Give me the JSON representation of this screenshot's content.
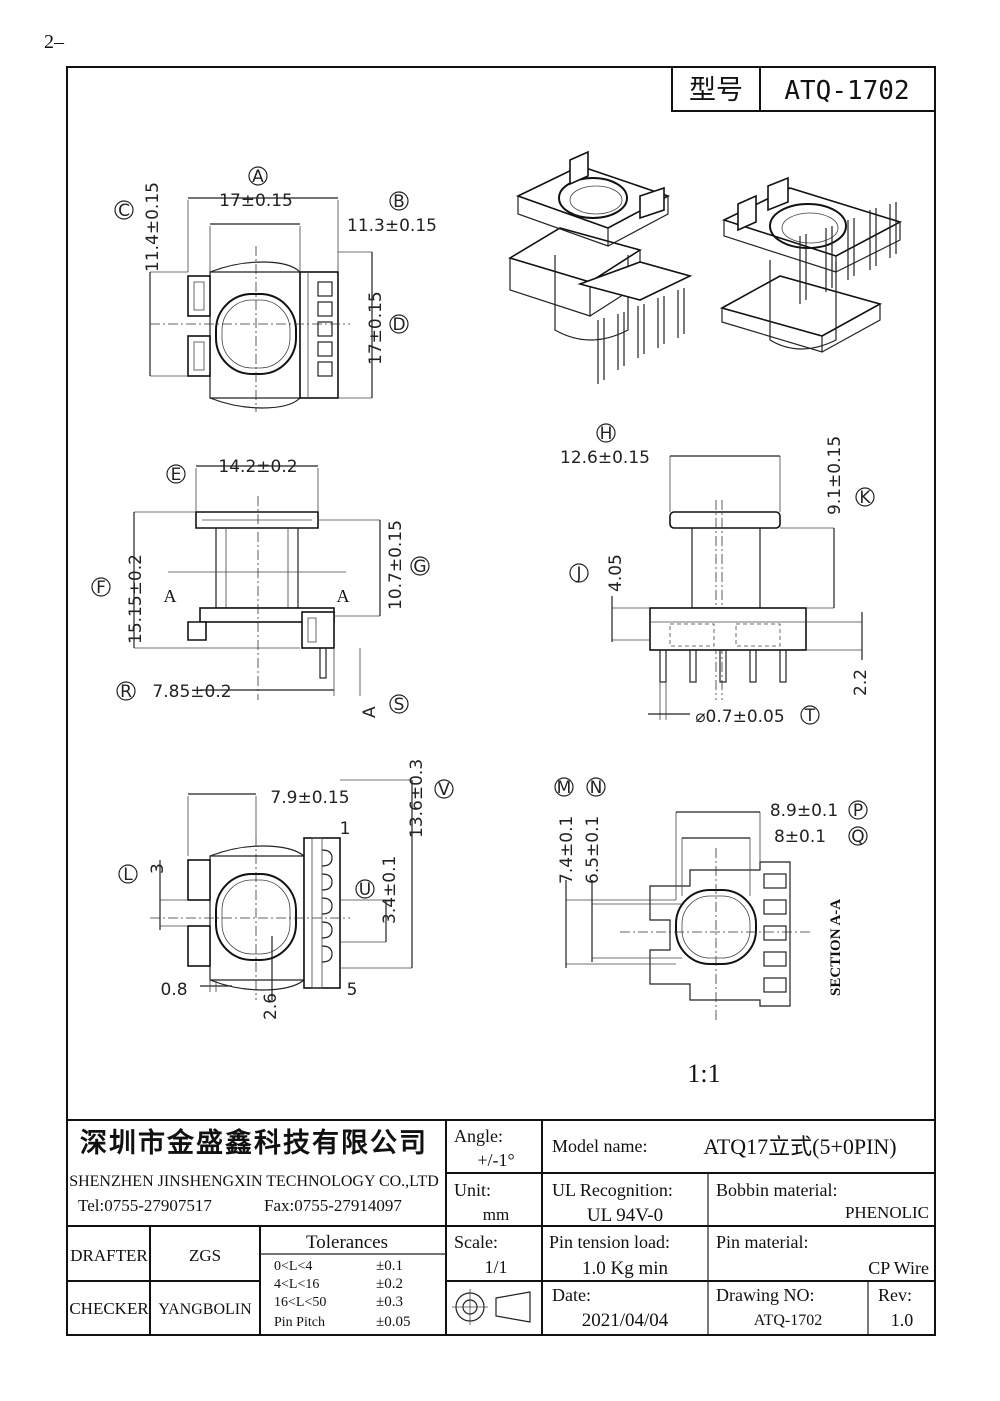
{
  "page_marker": "2–",
  "header": {
    "type_label": "型号",
    "type_value": "ATQ-1702"
  },
  "dims": {
    "A": {
      "tag": "A",
      "text": "17±0.15"
    },
    "B": {
      "tag": "B",
      "text": "11.3±0.15"
    },
    "C": {
      "tag": "C",
      "text": "11.4±0.15"
    },
    "D": {
      "tag": "D",
      "text": "17±0.15"
    },
    "E": {
      "tag": "E",
      "text": "14.2±0.2"
    },
    "F": {
      "tag": "F",
      "text": "15.15±0.2"
    },
    "G": {
      "tag": "G",
      "text": "10.7±0.15"
    },
    "H": {
      "tag": "H",
      "text": "12.6±0.15"
    },
    "J": {
      "tag": "J",
      "text": "4.05"
    },
    "K": {
      "tag": "K",
      "text": "9.1±0.15"
    },
    "R": {
      "tag": "R",
      "text": "7.85±0.2"
    },
    "S": {
      "tag": "S",
      "text": "A"
    },
    "T": {
      "tag": "T",
      "text": "⌀0.7±0.05"
    },
    "T2": {
      "text": "2.2"
    },
    "L": {
      "tag": "L",
      "text": "3"
    },
    "L2": {
      "text": "0.8"
    },
    "L3": {
      "text": "2.6"
    },
    "U": {
      "tag": "U",
      "text": "3.4±0.1"
    },
    "V": {
      "tag": "V",
      "text": "13.6±0.3"
    },
    "W": {
      "text": "7.9±0.15"
    },
    "M": {
      "tag": "M",
      "text": "7.4±0.1"
    },
    "N": {
      "tag": "N",
      "text": "6.5±0.1"
    },
    "P": {
      "tag": "P",
      "text": "8.9±0.1"
    },
    "Q": {
      "tag": "Q",
      "text": "8±0.1"
    }
  },
  "section_marks": {
    "left": "A",
    "right": "A"
  },
  "pin_labels": {
    "first": "1",
    "last": "5"
  },
  "section_label": "SECTION A-A",
  "scale_note": "1:1",
  "title_block": {
    "company_cn": "深圳市金盛鑫科技有限公司",
    "company_en": "SHENZHEN JINSHENGXIN TECHNOLOGY CO.,LTD",
    "tel": "Tel:0755-27907517",
    "fax": "Fax:0755-27914097",
    "angle_label": "Angle:",
    "angle_value": "+/-1°",
    "unit_label": "Unit:",
    "unit_value": "mm",
    "scale_label": "Scale:",
    "scale_value": "1/1",
    "model_label": "Model name:",
    "model_value": "ATQ17立式(5+0PIN)",
    "ul_label": "UL Recognition:",
    "ul_value": "UL 94V-0",
    "bobbin_label": "Bobbin material:",
    "bobbin_value": "PHENOLIC",
    "pin_tension_label": "Pin tension load:",
    "pin_tension_value": "1.0 Kg min",
    "pin_material_label": "Pin material:",
    "pin_material_value": "CP Wire",
    "date_label": "Date:",
    "date_value": "2021/04/04",
    "drawing_no_label": "Drawing NO:",
    "drawing_no_value": "ATQ-1702",
    "rev_label": "Rev:",
    "rev_value": "1.0",
    "drafter_label": "DRAFTER",
    "drafter_value": "ZGS",
    "checker_label": "CHECKER",
    "checker_value": "YANGBOLIN",
    "tolerances_title": "Tolerances",
    "tolerances": [
      {
        "range": "0<L<4",
        "value": "±0.1"
      },
      {
        "range": "4<L<16",
        "value": "±0.2"
      },
      {
        "range": "16<L<50",
        "value": "±0.3"
      },
      {
        "range": "Pin Pitch",
        "value": "±0.05"
      }
    ]
  }
}
